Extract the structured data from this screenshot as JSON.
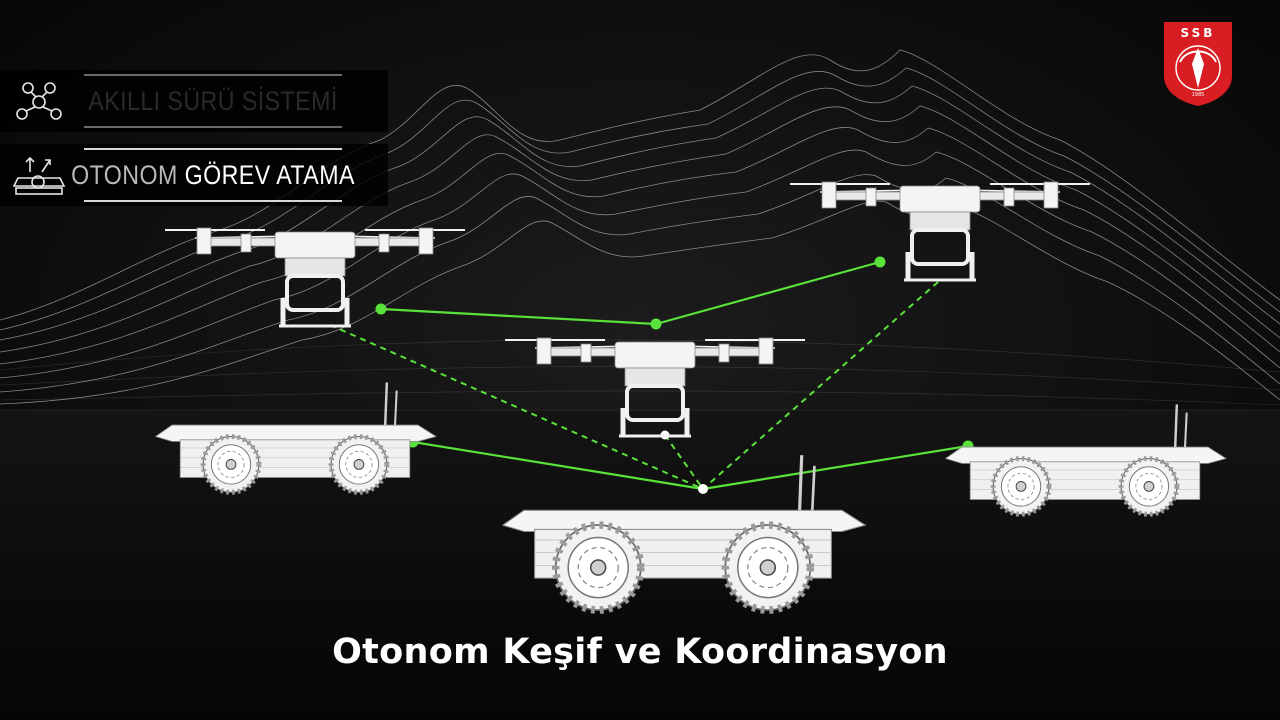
{
  "panel": {
    "rows": [
      {
        "label_a": "AKILLI SÜRÜ SİSTEMİ",
        "label_b": "",
        "icon": "network-icon",
        "active": false
      },
      {
        "label_a": "OTONOM",
        "label_b": "GÖREV ATAMA",
        "icon": "task-assign-icon",
        "active": true
      }
    ]
  },
  "caption": "Otonom Keşif ve Koordinasyon",
  "logo": {
    "letters": "SSB",
    "year": "1985",
    "color": "#d81e22"
  },
  "colors": {
    "link_green": "#59e23a",
    "node_white": "#ffffff",
    "background": "#0b0b0b"
  }
}
